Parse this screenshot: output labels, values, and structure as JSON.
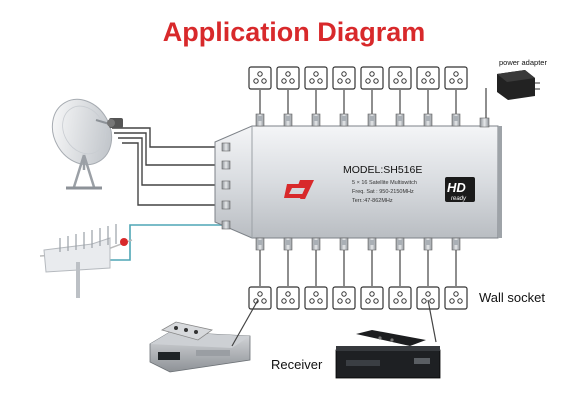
{
  "title": "Application Diagram",
  "labels": {
    "power_adapter": "power adapter",
    "wall_socket": "Wall socket",
    "receiver": "Receiver"
  },
  "device": {
    "model": "MODEL:SH516E",
    "description": "5 × 16 Satellite Multiswitch",
    "freq_sat": "Freq. Sat : 950-2150MHz",
    "freq_terr": "Terr.:47-862MHz",
    "hd_text": "HD",
    "ready_text": "ready"
  },
  "colors": {
    "title": "#d8292b",
    "cable": "#444444",
    "terrestrial_cable": "#4fa6b5",
    "logo": "#d8292b"
  },
  "icons": [
    "satellite-dish-icon",
    "lnb-icon",
    "terrestrial-antenna-icon",
    "wall-socket-icon",
    "power-adapter-icon",
    "receiver-icon",
    "remote-control-icon"
  ]
}
